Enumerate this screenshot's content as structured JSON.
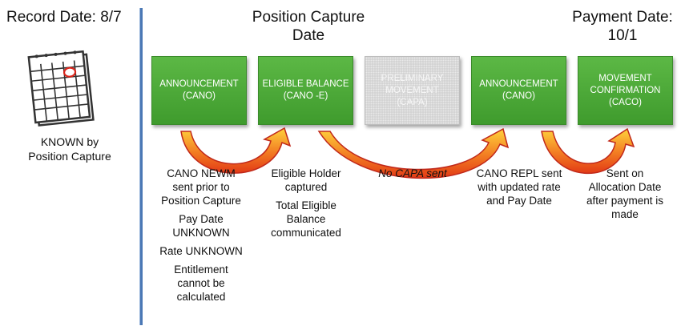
{
  "headers": {
    "record_date": "Record Date: 8/7",
    "position_capture_line1": "Position Capture",
    "position_capture_line2": "Date",
    "payment_date_line1": "Payment Date:",
    "payment_date_line2": "10/1"
  },
  "known_caption": {
    "line1": "KNOWN by",
    "line2": "Position Capture"
  },
  "steps": [
    {
      "line1": "ANNOUNCEMENT",
      "line2": "(CANO)",
      "line3": ""
    },
    {
      "line1": "ELIGIBLE BALANCE",
      "line2": "(CANO -E)",
      "line3": ""
    },
    {
      "line1": "PRELIMINARY",
      "line2": "MOVEMENT",
      "line3": "(CAPA)"
    },
    {
      "line1": "ANNOUNCEMENT",
      "line2": "(CANO)",
      "line3": ""
    },
    {
      "line1": "MOVEMENT",
      "line2": "CONFIRMATION",
      "line3": "(CACO)"
    }
  ],
  "notes": {
    "col1": {
      "p1": [
        "CANO NEWM",
        "sent prior to",
        "Position Capture"
      ],
      "p2": [
        "Pay Date",
        "UNKNOWN"
      ],
      "p3": [
        "Rate UNKNOWN"
      ],
      "p4": [
        "Entitlement",
        "cannot be",
        "calculated"
      ]
    },
    "col2": {
      "p1": [
        "Eligible  Holder",
        "captured"
      ],
      "p2": [
        "Total Eligible",
        "Balance",
        "communicated"
      ]
    },
    "col3": {
      "p1": "No CAPA sent"
    },
    "col4": {
      "p1": [
        "CANO REPL sent",
        "with updated rate",
        "and Pay Date"
      ]
    },
    "col5": {
      "p1": [
        "Sent on",
        "Allocation Date",
        "after payment is",
        "made"
      ]
    }
  },
  "icons": {
    "calendar": "calendar-icon"
  },
  "colors": {
    "step_green": "#4caf3a",
    "step_gray": "#cfcfcf",
    "arrow_fill_top": "#ffd23c",
    "arrow_fill_bottom": "#e8401a",
    "arrow_stroke": "#c0281a",
    "divider": "#4a78b5"
  }
}
